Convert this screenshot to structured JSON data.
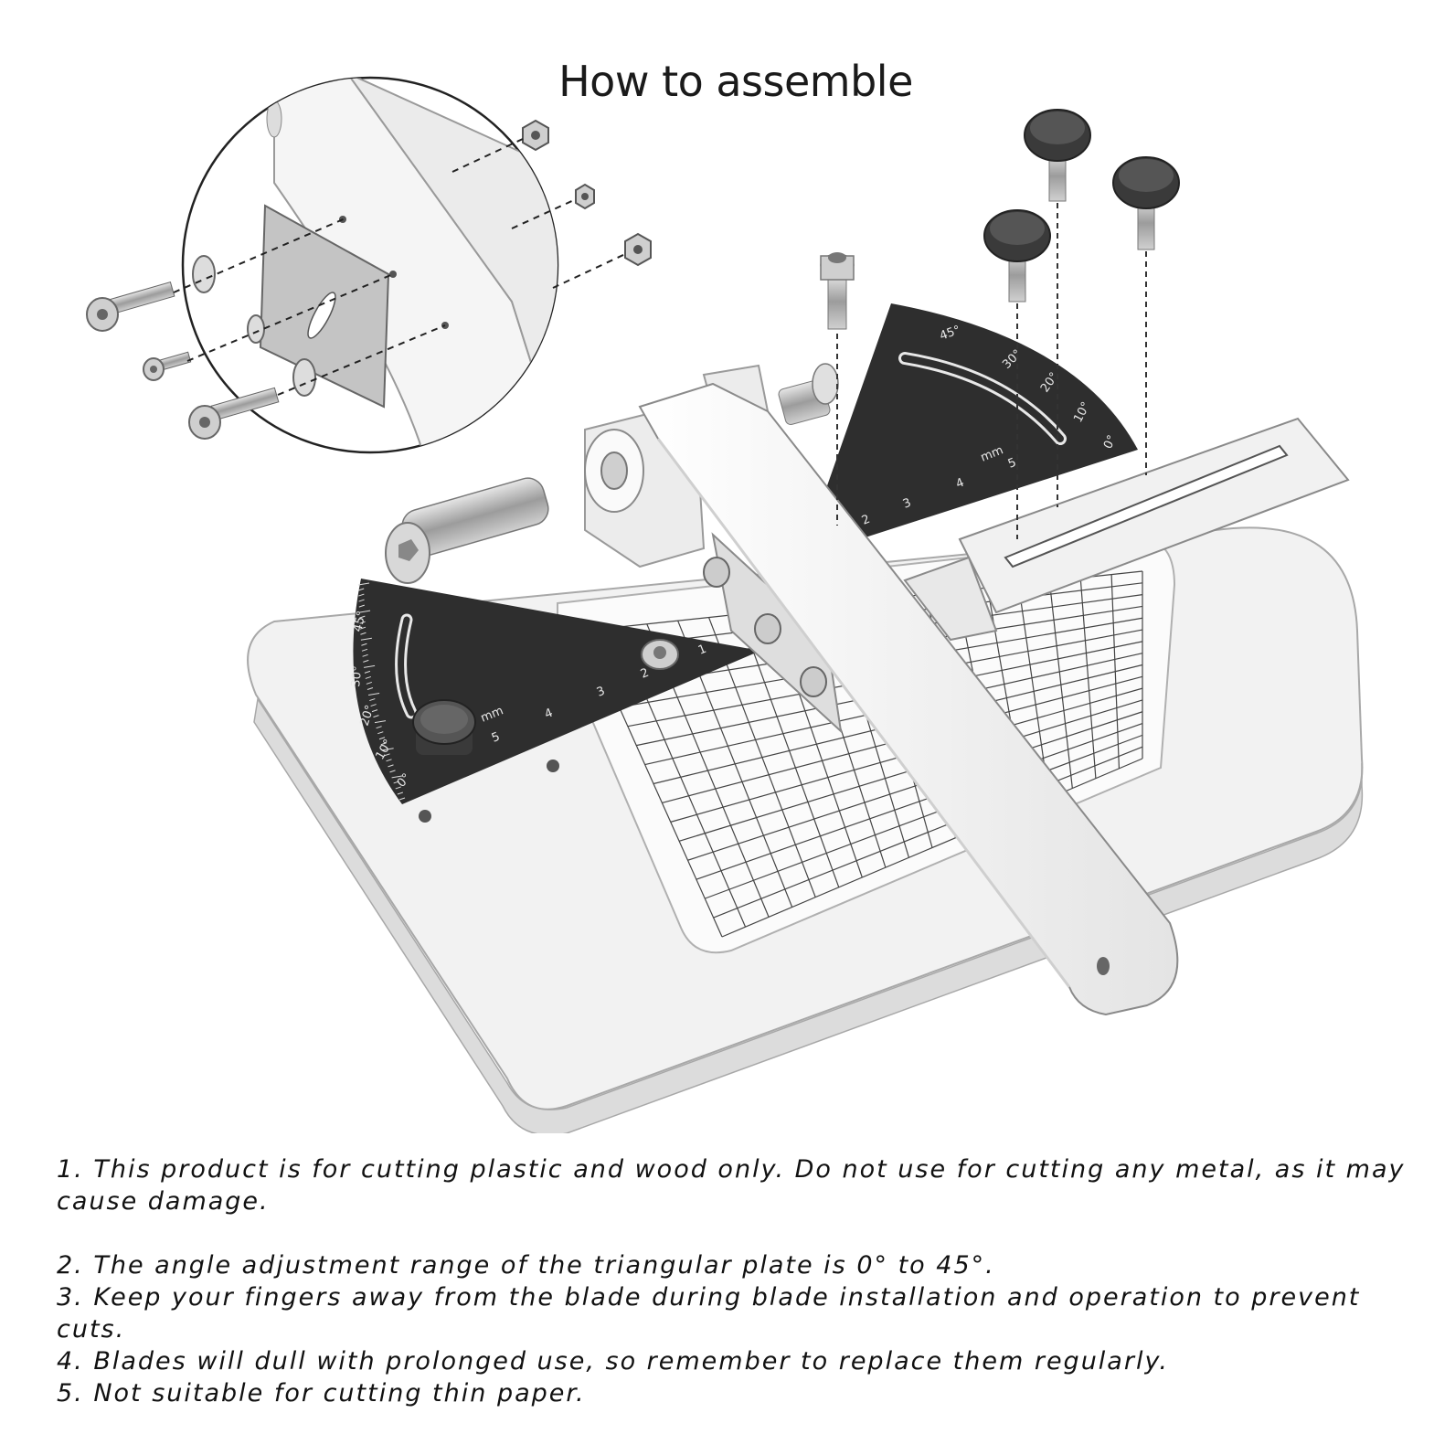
{
  "title": "How to assemble",
  "notes": [
    "1. This product is for cutting plastic and wood only. Do not use for cutting any metal, as it may cause damage.",
    "2. The angle adjustment range of the triangular plate is 0° to 45°.",
    "3. Keep your fingers away from the blade during blade installation and operation to prevent cuts.",
    "4. Blades will dull with prolonged use, so remember to replace them regularly.",
    "5. Not suitable for cutting thin paper."
  ],
  "left_protractor": {
    "unit": "mm",
    "angle_labels": [
      "45°",
      "30°",
      "20°",
      "10°",
      "0°"
    ],
    "scale_labels": [
      "5",
      "4",
      "3",
      "2",
      "1"
    ]
  },
  "right_protractor": {
    "unit": "mm",
    "angle_labels": [
      "45°",
      "30°",
      "20°",
      "10°",
      "0°"
    ],
    "scale_labels": [
      "5",
      "4",
      "3",
      "2"
    ]
  },
  "colors": {
    "plate": "#2e2e2e",
    "body": "#f4f4f4",
    "outline": "#9a9a9a",
    "metal": "#b8b8b8",
    "knob": "#333333"
  }
}
